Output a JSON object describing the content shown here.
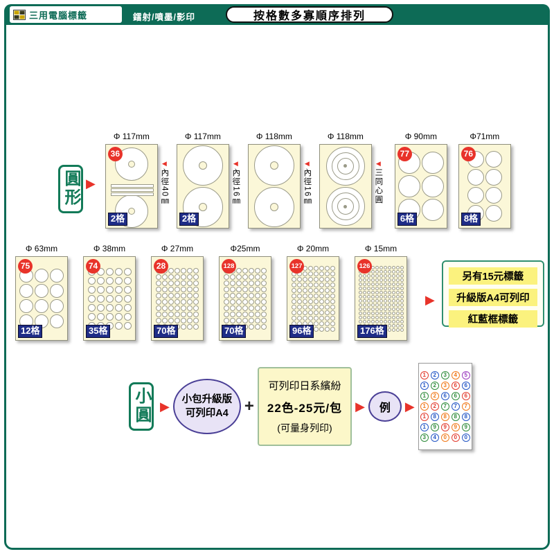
{
  "header": {
    "brand": "三用電腦標籤",
    "subtitle": "鐳射/噴墨/影印",
    "title": "按格數多寡順序排列"
  },
  "sections": {
    "round": "圓形",
    "small_round": "小圓"
  },
  "row1": {
    "items": [
      {
        "kind": "sheet",
        "dia": "Φ 117mm",
        "badge": "36",
        "cells": "2格",
        "type": "strips"
      },
      {
        "kind": "note",
        "text": "內徑40㎜"
      },
      {
        "kind": "sheet",
        "dia": "Φ 117mm",
        "cells": "2格",
        "type": "donut"
      },
      {
        "kind": "note",
        "text": "內徑16㎜"
      },
      {
        "kind": "sheet",
        "dia": "Φ 118mm",
        "type": "donut"
      },
      {
        "kind": "note",
        "text": "內徑16㎜"
      },
      {
        "kind": "sheet",
        "dia": "Φ 118mm",
        "type": "concentric"
      },
      {
        "kind": "note",
        "text": "三同心圓"
      },
      {
        "kind": "sheet",
        "dia": "Φ 90mm",
        "badge": "77",
        "cells": "6格",
        "type": "grid",
        "cols": 2,
        "rows": 3,
        "gapBefore": 14
      },
      {
        "kind": "sheet",
        "dia": "Φ71mm",
        "badge": "76",
        "cells": "8格",
        "type": "grid",
        "cols": 2,
        "rows": 4,
        "gapBefore": 16
      }
    ]
  },
  "row2": {
    "sheets": [
      {
        "dia": "Φ 63mm",
        "badge": "75",
        "cells": "12格",
        "type": "grid",
        "cols": 3,
        "rows": 4
      },
      {
        "dia": "Φ 38mm",
        "badge": "74",
        "cells": "35格",
        "type": "grid",
        "cols": 5,
        "rows": 7
      },
      {
        "dia": "Φ 27mm",
        "badge": "28",
        "cells": "70格",
        "type": "grid",
        "cols": 7,
        "rows": 10
      },
      {
        "dia": "Φ25mm",
        "badge": "128",
        "cells": "70格",
        "type": "grid",
        "cols": 7,
        "rows": 10
      },
      {
        "dia": "Φ 20mm",
        "badge": "127",
        "cells": "96格",
        "type": "grid",
        "cols": 8,
        "rows": 12
      },
      {
        "dia": "Φ 15mm",
        "badge": "126",
        "cells": "176格",
        "type": "grid",
        "cols": 11,
        "rows": 16
      }
    ],
    "note_box": [
      "另有15元標籤",
      "升級版A4可列印",
      "紅藍框標籤"
    ]
  },
  "row3": {
    "bubble": [
      "小包升級版",
      "可列印A4"
    ],
    "plus": "+",
    "offer": [
      "可列印日系繽紛",
      "22色-25元/包",
      "(可量身列印)"
    ],
    "example": "例",
    "sample": {
      "palette": {
        "r": "#e23b2e",
        "b": "#2356c5",
        "g": "#2e8b3a",
        "o": "#f07818",
        "p": "#9a3bbf"
      },
      "rows": [
        [
          [
            "1",
            "r"
          ],
          [
            "2",
            "b"
          ],
          [
            "3",
            "g"
          ],
          [
            "4",
            "o"
          ],
          [
            "5",
            "p"
          ]
        ],
        [
          [
            "1",
            "b"
          ],
          [
            "2",
            "g"
          ],
          [
            "3",
            "o"
          ],
          [
            "6",
            "r"
          ],
          [
            "6",
            "b"
          ]
        ],
        [
          [
            "1",
            "g"
          ],
          [
            "2",
            "o"
          ],
          [
            "6",
            "b"
          ],
          [
            "6",
            "g"
          ],
          [
            "6",
            "r"
          ]
        ],
        [
          [
            "1",
            "o"
          ],
          [
            "2",
            "r"
          ],
          [
            "7",
            "g"
          ],
          [
            "7",
            "b"
          ],
          [
            "7",
            "o"
          ]
        ],
        [
          [
            "1",
            "r"
          ],
          [
            "8",
            "b"
          ],
          [
            "8",
            "o"
          ],
          [
            "8",
            "g"
          ],
          [
            "8",
            "b"
          ]
        ],
        [
          [
            "1",
            "b"
          ],
          [
            "9",
            "g"
          ],
          [
            "9",
            "r"
          ],
          [
            "9",
            "o"
          ],
          [
            "9",
            "g"
          ]
        ],
        [
          [
            "3",
            "g"
          ],
          [
            "4",
            "b"
          ],
          [
            "0",
            "o"
          ],
          [
            "0",
            "r"
          ],
          [
            "0",
            "b"
          ]
        ]
      ]
    }
  }
}
